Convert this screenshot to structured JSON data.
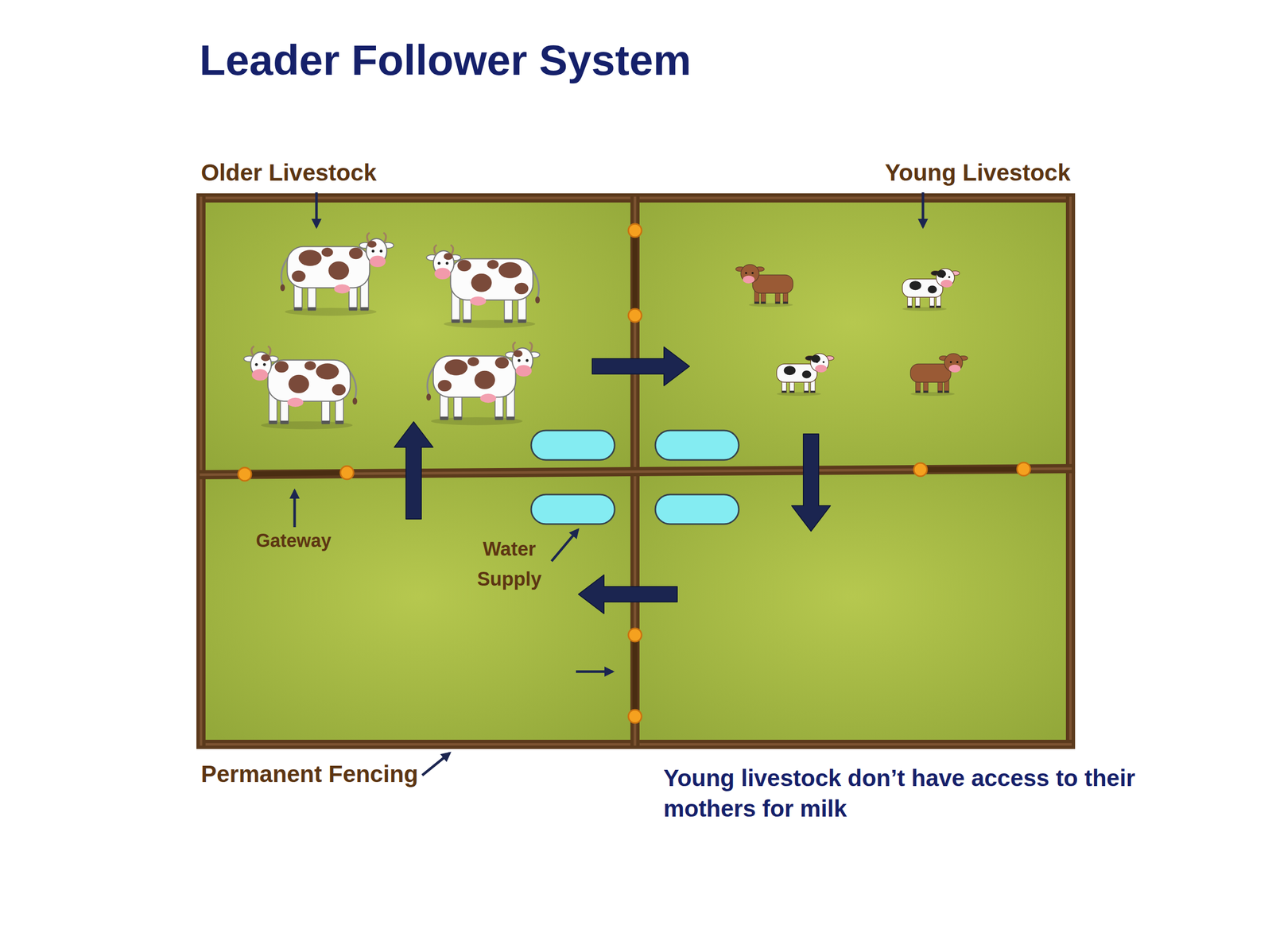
{
  "diagram": {
    "title": "Leader Follower System",
    "labels": [
      "Older Livestock",
      "Young Livestock",
      "Gateway",
      "Water Supply",
      "Permanent Fencing",
      "Young livestock don’t have access to their mothers for milk"
    ]
  }
}
